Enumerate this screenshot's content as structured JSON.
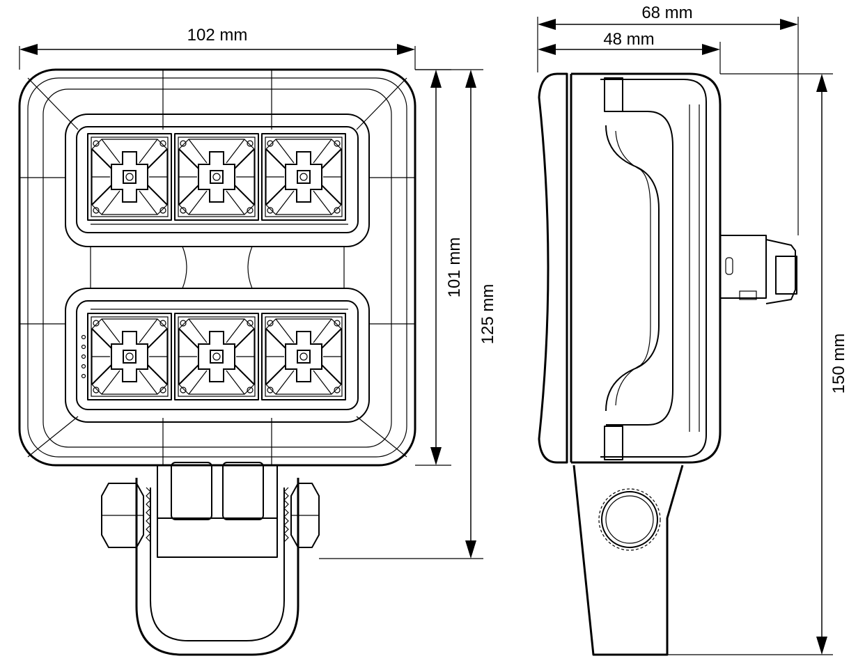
{
  "dimensions": {
    "front_width": "102 mm",
    "front_body_height": "101 mm",
    "front_total_height": "125 mm",
    "side_total_depth": "68 mm",
    "side_body_depth": "48 mm",
    "side_total_height": "150 mm"
  },
  "views": [
    {
      "name": "front-view",
      "led_modules": 6
    },
    {
      "name": "side-view"
    }
  ]
}
